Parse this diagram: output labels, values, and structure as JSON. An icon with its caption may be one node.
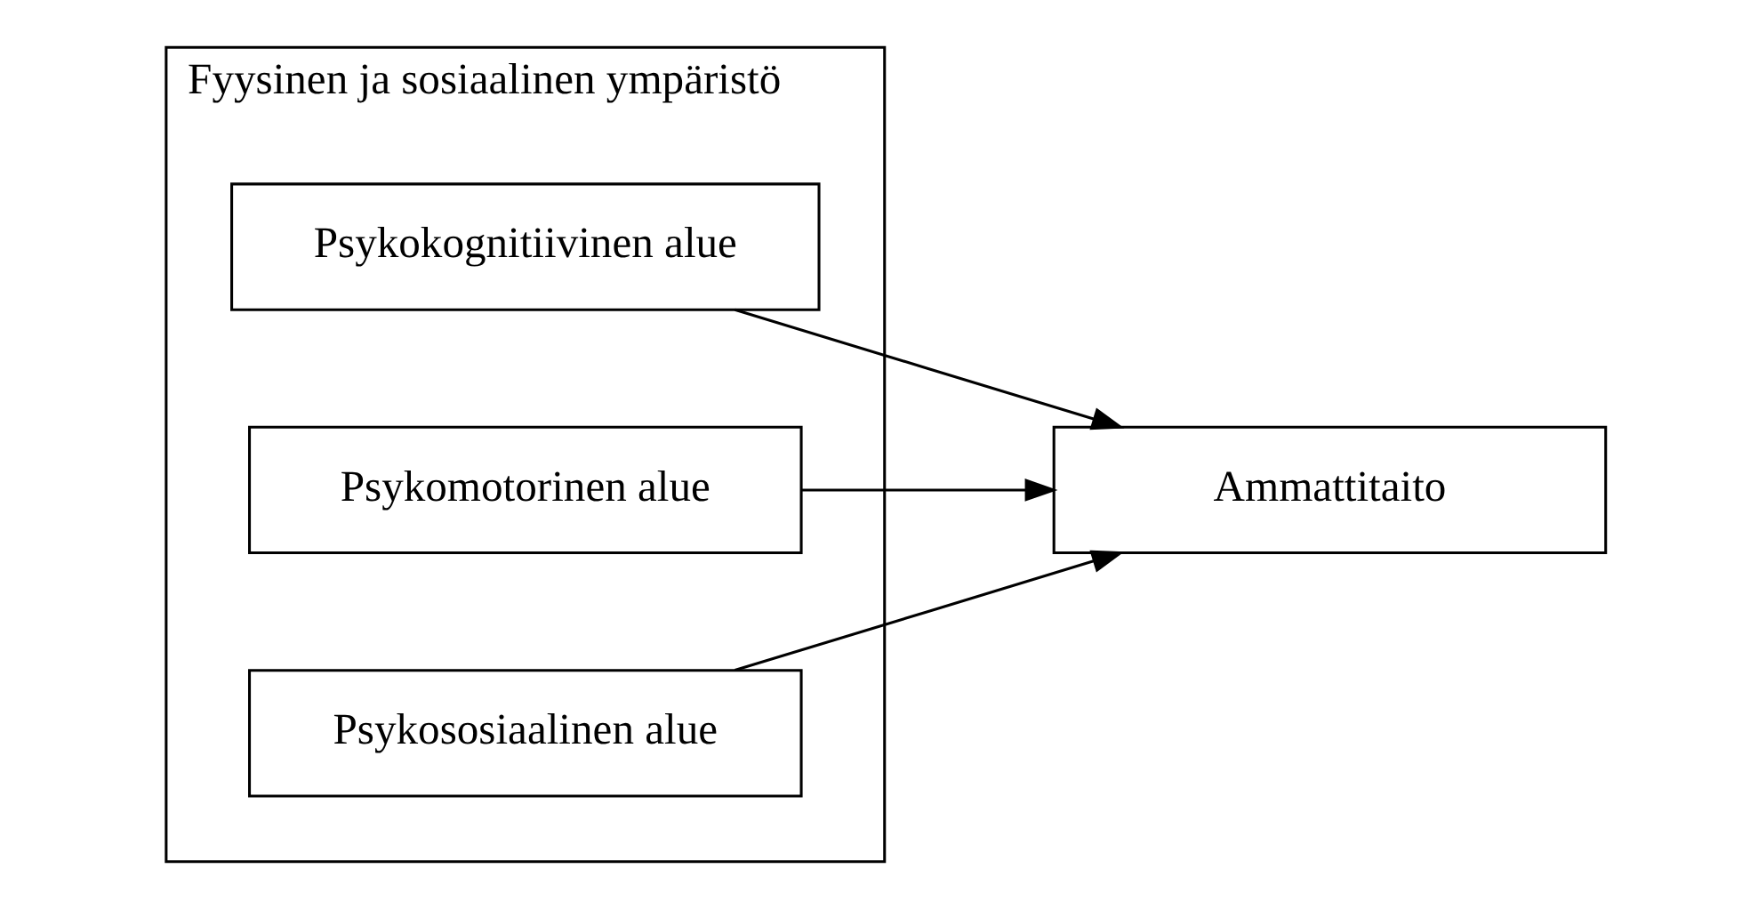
{
  "diagram": {
    "nodes": [
      {
        "text": [
          "Fyysinen ja sosiaalinen ympäristö"
        ]
      },
      {
        "text": [
          "Psykokognitiivinen alue"
        ],
        "in": 0
      },
      {
        "text": [
          "Psykomotorinen alue"
        ],
        "in": 0
      },
      {
        "text": [
          "Psykososiaalinen alue"
        ],
        "in": 0
      },
      {
        "text": [
          "Ammattitaito"
        ]
      }
    ],
    "edges": [
      {
        "from": 1,
        "to": 4,
        "arrow": "to"
      },
      {
        "from": 2,
        "to": 4,
        "arrow": "to"
      },
      {
        "from": 3,
        "to": 4,
        "arrow": "to"
      }
    ]
  }
}
